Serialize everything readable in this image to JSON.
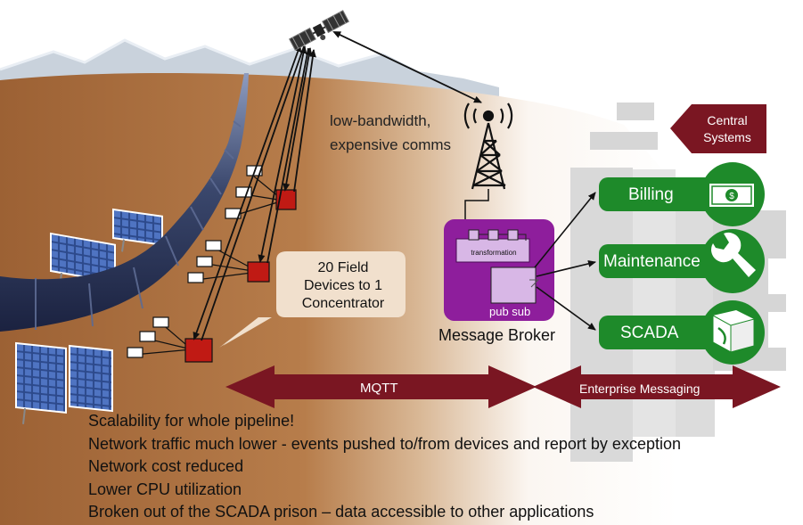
{
  "comms_note": [
    "low-bandwidth,",
    "expensive comms"
  ],
  "callout": [
    "20 Field",
    "Devices to 1",
    "Concentrator"
  ],
  "broker": {
    "label": "Message Broker",
    "transformation": "transformation",
    "pubsub": "pub sub"
  },
  "central_systems": [
    "Central",
    "Systems"
  ],
  "systems": {
    "billing": "Billing",
    "maintenance": "Maintenance",
    "scada": "SCADA"
  },
  "arrows": {
    "mqtt": "MQTT",
    "enterprise": "Enterprise Messaging"
  },
  "benefits": [
    "Scalability for whole pipeline!",
    "Network traffic much lower - events pushed to/from devices and report by exception",
    "Network cost reduced",
    "Lower CPU utilization",
    "Broken out of the SCADA prison – data accessible to other applications"
  ],
  "colors": {
    "ground": "#b07a4a",
    "pipe": "#3c4a6e",
    "concentrator": "#c01a14",
    "broker": "#8e1e9c",
    "system_green": "#1e8a2a",
    "arrow_maroon": "#7a1622",
    "building_grey": "#d4d4d4"
  },
  "icons": {
    "satellite": "satellite-icon",
    "tower": "radio-tower-icon",
    "billing": "money-bill-icon",
    "maintenance": "wrench-icon",
    "scada": "scada-box-icon"
  }
}
